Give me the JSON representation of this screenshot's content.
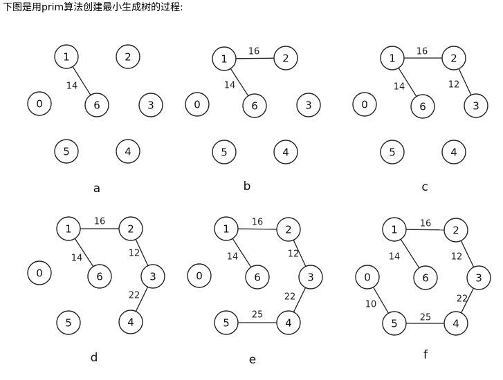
{
  "heading": "下图是用prim算法创建最小生成树的过程:",
  "panels": [
    {
      "caption": "a",
      "nodes": [
        "1",
        "2",
        "0",
        "6",
        "3",
        "5",
        "4"
      ],
      "edges": [
        {
          "from": "1",
          "to": "6",
          "weight": "14"
        }
      ]
    },
    {
      "caption": "b",
      "nodes": [
        "1",
        "2",
        "0",
        "6",
        "3",
        "5",
        "4"
      ],
      "edges": [
        {
          "from": "1",
          "to": "2",
          "weight": "16"
        },
        {
          "from": "1",
          "to": "6",
          "weight": "14"
        }
      ]
    },
    {
      "caption": "c",
      "nodes": [
        "1",
        "2",
        "0",
        "6",
        "3",
        "5",
        "4"
      ],
      "edges": [
        {
          "from": "1",
          "to": "2",
          "weight": "16"
        },
        {
          "from": "1",
          "to": "6",
          "weight": "14"
        },
        {
          "from": "2",
          "to": "3",
          "weight": "12"
        }
      ]
    },
    {
      "caption": "d",
      "nodes": [
        "1",
        "2",
        "0",
        "6",
        "3",
        "5",
        "4"
      ],
      "edges": [
        {
          "from": "1",
          "to": "2",
          "weight": "16"
        },
        {
          "from": "1",
          "to": "6",
          "weight": "14"
        },
        {
          "from": "2",
          "to": "3",
          "weight": "12"
        },
        {
          "from": "3",
          "to": "4",
          "weight": "22"
        }
      ]
    },
    {
      "caption": "e",
      "nodes": [
        "1",
        "2",
        "0",
        "6",
        "3",
        "5",
        "4"
      ],
      "edges": [
        {
          "from": "1",
          "to": "2",
          "weight": "16"
        },
        {
          "from": "1",
          "to": "6",
          "weight": "14"
        },
        {
          "from": "2",
          "to": "3",
          "weight": "12"
        },
        {
          "from": "3",
          "to": "4",
          "weight": "22"
        },
        {
          "from": "5",
          "to": "4",
          "weight": "25"
        }
      ]
    },
    {
      "caption": "f",
      "nodes": [
        "1",
        "2",
        "0",
        "6",
        "3",
        "5",
        "4"
      ],
      "edges": [
        {
          "from": "1",
          "to": "2",
          "weight": "16"
        },
        {
          "from": "1",
          "to": "6",
          "weight": "14"
        },
        {
          "from": "2",
          "to": "3",
          "weight": "12"
        },
        {
          "from": "3",
          "to": "4",
          "weight": "22"
        },
        {
          "from": "5",
          "to": "4",
          "weight": "25"
        },
        {
          "from": "0",
          "to": "5",
          "weight": "10"
        }
      ]
    }
  ]
}
